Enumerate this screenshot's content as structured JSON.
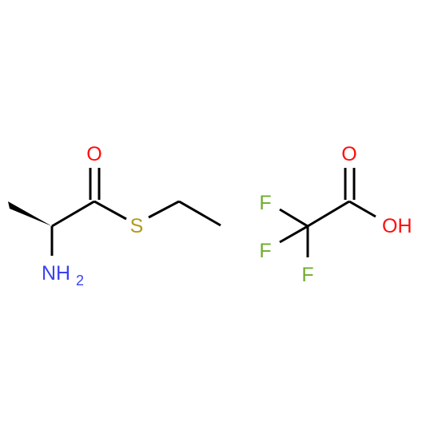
{
  "molecule_1": {
    "atoms": {
      "O": "O",
      "S": "S",
      "N": "NH",
      "N_sub": "2"
    },
    "colors": {
      "bond": "#000000",
      "O": "#ff0d0d",
      "S": "#b29a1b",
      "N": "#3a43f0"
    }
  },
  "molecule_2": {
    "atoms": {
      "O": "O",
      "OH": "OH",
      "F1": "F",
      "F2": "F",
      "F3": "F"
    },
    "colors": {
      "bond": "#000000",
      "O": "#ff0d0d",
      "F": "#6fac2c"
    }
  }
}
